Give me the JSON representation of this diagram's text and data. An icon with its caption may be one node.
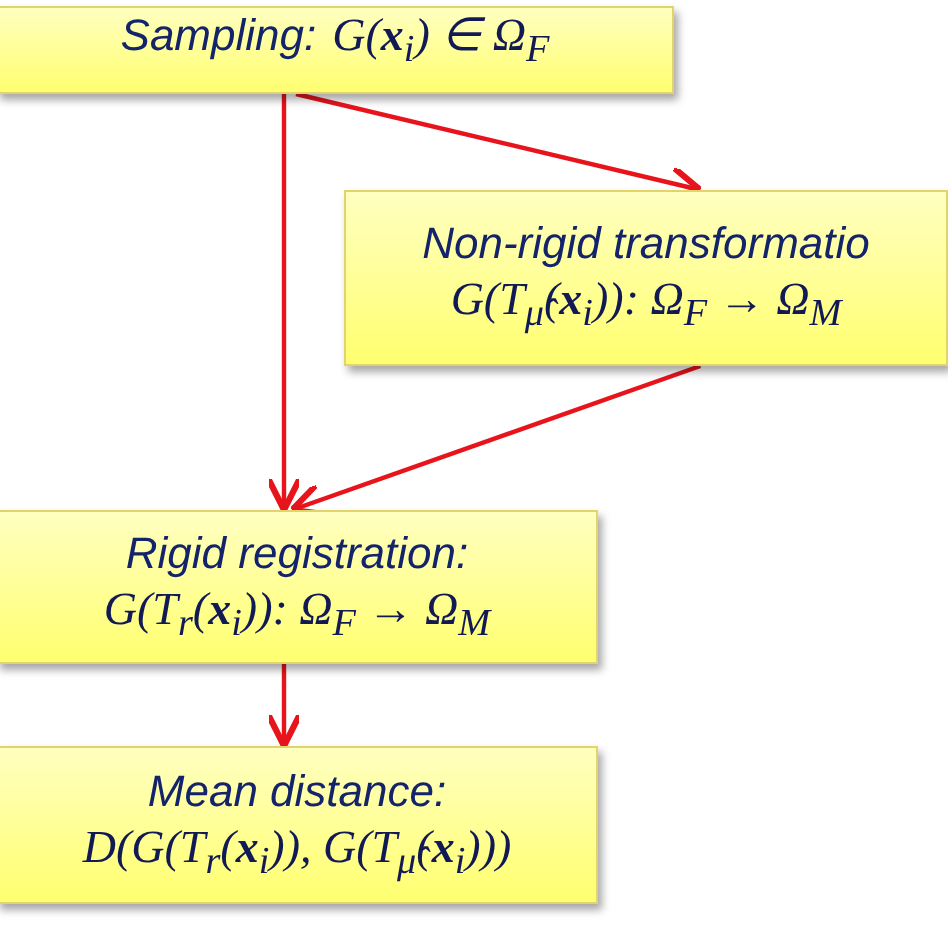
{
  "diagram": {
    "nodes": [
      {
        "text": [
          "Sampling:",
          "G(**x**$_{i}$) ∈ Ω$_{F}$"
        ]
      },
      {
        "text": [
          "Non-rigid transformatio",
          "G(T$_{μ̂}$(**x**$_{i}$)): Ω$_{F}$ → Ω$_{M}$"
        ]
      },
      {
        "text": [
          "Rigid registration:",
          "G(T$_{r}$(**x**$_{i}$)): Ω$_{F}$ → Ω$_{M}$"
        ]
      },
      {
        "text": [
          "Mean distance:",
          "D(G(T$_{r}$(**x**$_{i}$)), G(T$_{μ̂}$(**x**$_{i}$)))"
        ]
      }
    ],
    "edges": [
      {
        "from": 0,
        "to": 1,
        "arrow": "to"
      },
      {
        "from": 0,
        "to": 2,
        "arrow": "to"
      },
      {
        "from": 1,
        "to": 2,
        "arrow": "to"
      },
      {
        "from": 2,
        "to": 3,
        "arrow": "to"
      }
    ]
  }
}
